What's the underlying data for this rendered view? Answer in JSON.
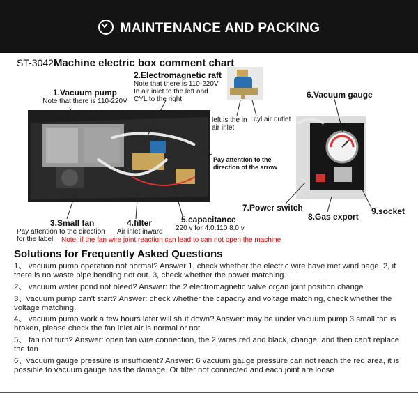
{
  "header": {
    "icon": "chevron-down-circle-icon",
    "title": "MAINTENANCE AND PACKING"
  },
  "chart": {
    "model": "ST-3042",
    "title": "Machine electric box comment chart"
  },
  "labels": {
    "vacuum_pump": {
      "title": "1.Vacuum pump",
      "note": "Note that there is 110-220V"
    },
    "raft": {
      "title": "2.Electromagnetic raft",
      "note1": "Note that there is 110-220V",
      "note2": "In air inlet to the left and",
      "note3": "CYL to the right"
    },
    "left_inlet": {
      "line1": "left is the in",
      "line2": "air inlet"
    },
    "cyl_outlet": "cyl air outlet",
    "vacuum_gauge": "6.Vacuum gauge",
    "arrow_attention": {
      "line1": "Pay attention to the",
      "line2": "direction of the arrow"
    },
    "power_switch": "7.Power switch",
    "gas_export": "8.Gas export",
    "socket": "9.socket",
    "small_fan": {
      "title": "3.Small fan",
      "note1": "Pay attention to the direction",
      "note2": "for the label"
    },
    "filter": {
      "title": "4.filter",
      "note": "Air inlet inward"
    },
    "capacitance": {
      "title": "5.capacitance",
      "note": "220 v for 4.0.110 8.0 v"
    },
    "fan_warning": "Note: if the fan wire joint reaction can lead to can not open the machine"
  },
  "faq": {
    "title": "Solutions for Frequently Asked Questions",
    "items": [
      "1、 vacuum pump operation not normal? Answer 1, check whether the electric wire have met wind page. 2, if there is no waste pipe bending not out. 3, check whether the power matching.",
      "2、 vacuum water pond not bleed? Answer: the 2 electromagnetic valve organ joint position change",
      "3、vacuum pump can't start? Answer: check whether the capacity and voltage matching, check whether the voltage matching.",
      "4、 vacuum pump work a few hours later will shut down? Answer: may be under vacuum pump 3 small fan is broken, please check the fan inlet air is normal or not.",
      "5、 fan not turn? Answer: open fan wire connection, the 2 wires red and black, change, and then can't replace the fan",
      "6、vacuum gauge pressure is insufficient? Answer: 6 vacuum gauge pressure can not reach the red area, it is possible to vacuum gauge has the damage. Or filter not connected and each joint are loose"
    ]
  },
  "colors": {
    "header_bg": "#141414",
    "warning": "#e00000"
  }
}
